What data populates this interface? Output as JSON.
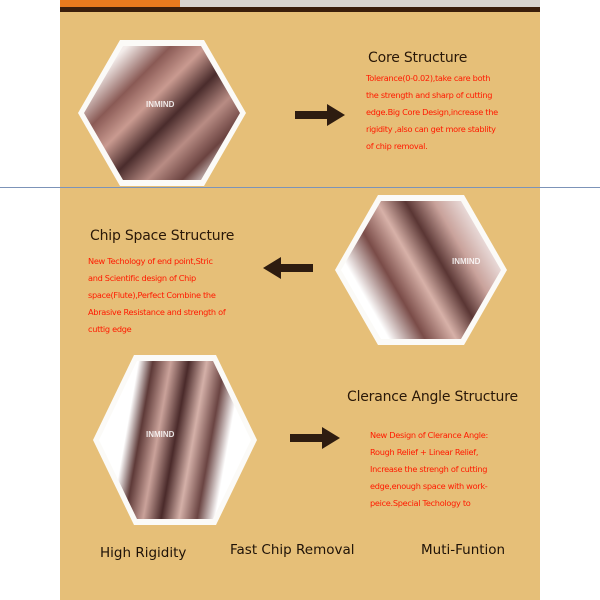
{
  "sections": [
    {
      "title": "Core Structure",
      "lines": [
        "Tolerance(0-0.02),take care both",
        "the strength and sharp of cutting",
        "edge.Big Core Design,increase the",
        "rigidity ,also can get more stablity",
        "of chip removal."
      ],
      "watermark": "INMIND",
      "arrow": "arrow-right-icon"
    },
    {
      "title": "Chip Space Structure",
      "lines": [
        "New Techology of end point,Stric",
        "and Scientific design of Chip",
        "space(Flute),Perfect Combine the",
        "Abrasive Resistance and strength of",
        "cuttig edge"
      ],
      "watermark": "INMIND",
      "arrow": "arrow-left-icon"
    },
    {
      "title": "Clerance Angle Structure",
      "lines": [
        "New Design of Clerance Angle:",
        "Rough Relief + Linear Relief,",
        "Increase the strengh of cutting",
        "edge,enough space with work-",
        "peice.Special Techology to"
      ],
      "watermark": "INMIND",
      "arrow": "arrow-right-icon"
    }
  ],
  "features": [
    "High Rigidity",
    "Fast Chip Removal",
    "Muti-Funtion"
  ],
  "colors": {
    "background": "#e6bf78",
    "heading": "#2a1808",
    "description": "#ff1a00",
    "tab": "#e87a1e",
    "topbar": "#3a1e0c"
  }
}
